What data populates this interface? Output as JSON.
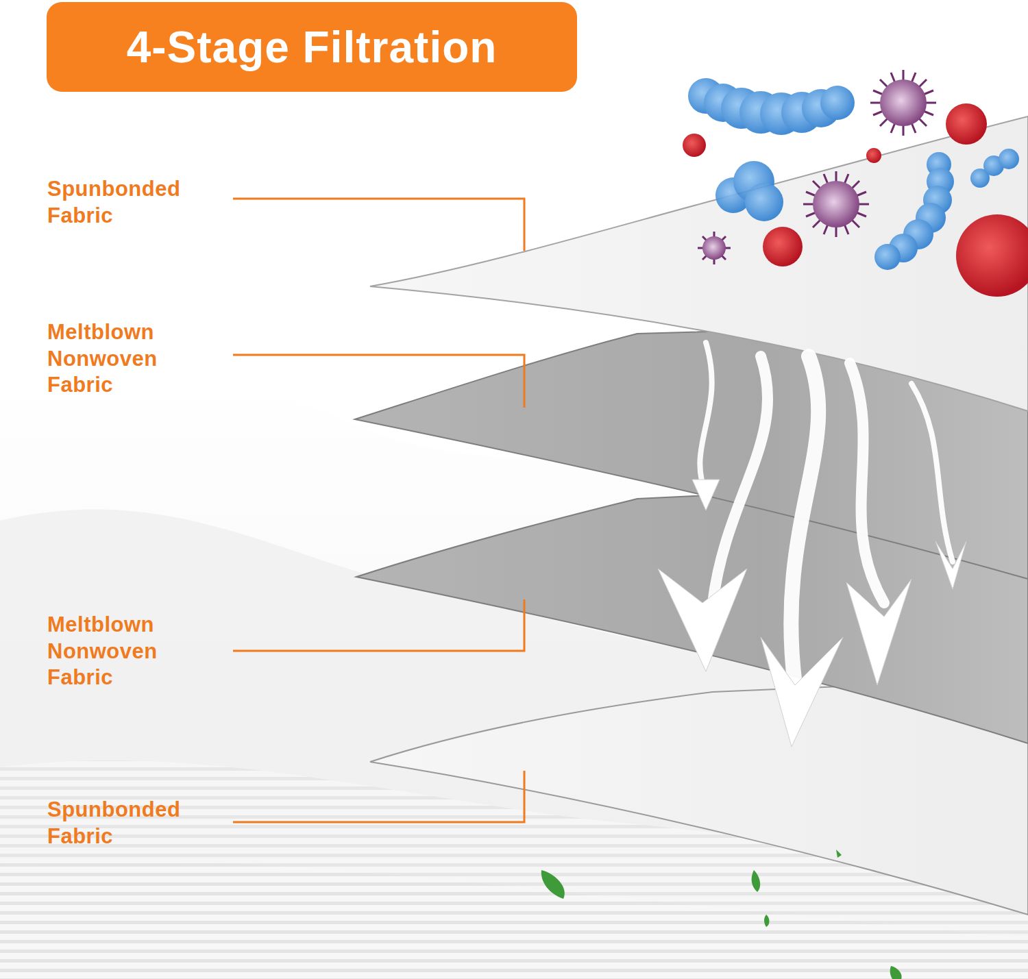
{
  "diagram": {
    "title": "4-Stage Filtration",
    "labels": [
      "Spunbonded Fabric",
      "Meltblown Nonwoven Fabric",
      "Meltblown Nonwoven Fabric",
      "Spunbonded Fabric"
    ]
  }
}
